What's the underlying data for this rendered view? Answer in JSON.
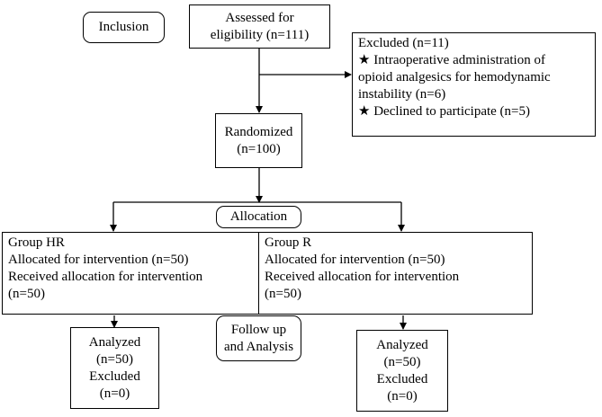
{
  "inclusion_label": "Inclusion",
  "assessed": [
    "Assessed for",
    "eligibility (n=111)"
  ],
  "excluded": {
    "title": "Excluded (n=11)",
    "lines": [
      "★ Intraoperative administration of",
      "opioid analgesics for hemodynamic",
      "instability (n=6)",
      "★ Declined to participate (n=5)"
    ]
  },
  "randomized": [
    "Randomized",
    "(n=100)"
  ],
  "allocation_label": "Allocation",
  "group_hr": [
    "Group HR",
    "Allocated for intervention (n=50)",
    "Received allocation for intervention",
    "(n=50)"
  ],
  "group_r": [
    "Group R",
    "Allocated for intervention (n=50)",
    "Received allocation for intervention",
    "(n=50)"
  ],
  "follow_up_label": [
    "Follow up",
    "and Analysis"
  ],
  "analyzed_left": [
    "Analyzed",
    "(n=50)",
    "Excluded",
    "(n=0)"
  ],
  "analyzed_right": [
    "Analyzed",
    "(n=50)",
    "Excluded",
    "(n=0)"
  ]
}
